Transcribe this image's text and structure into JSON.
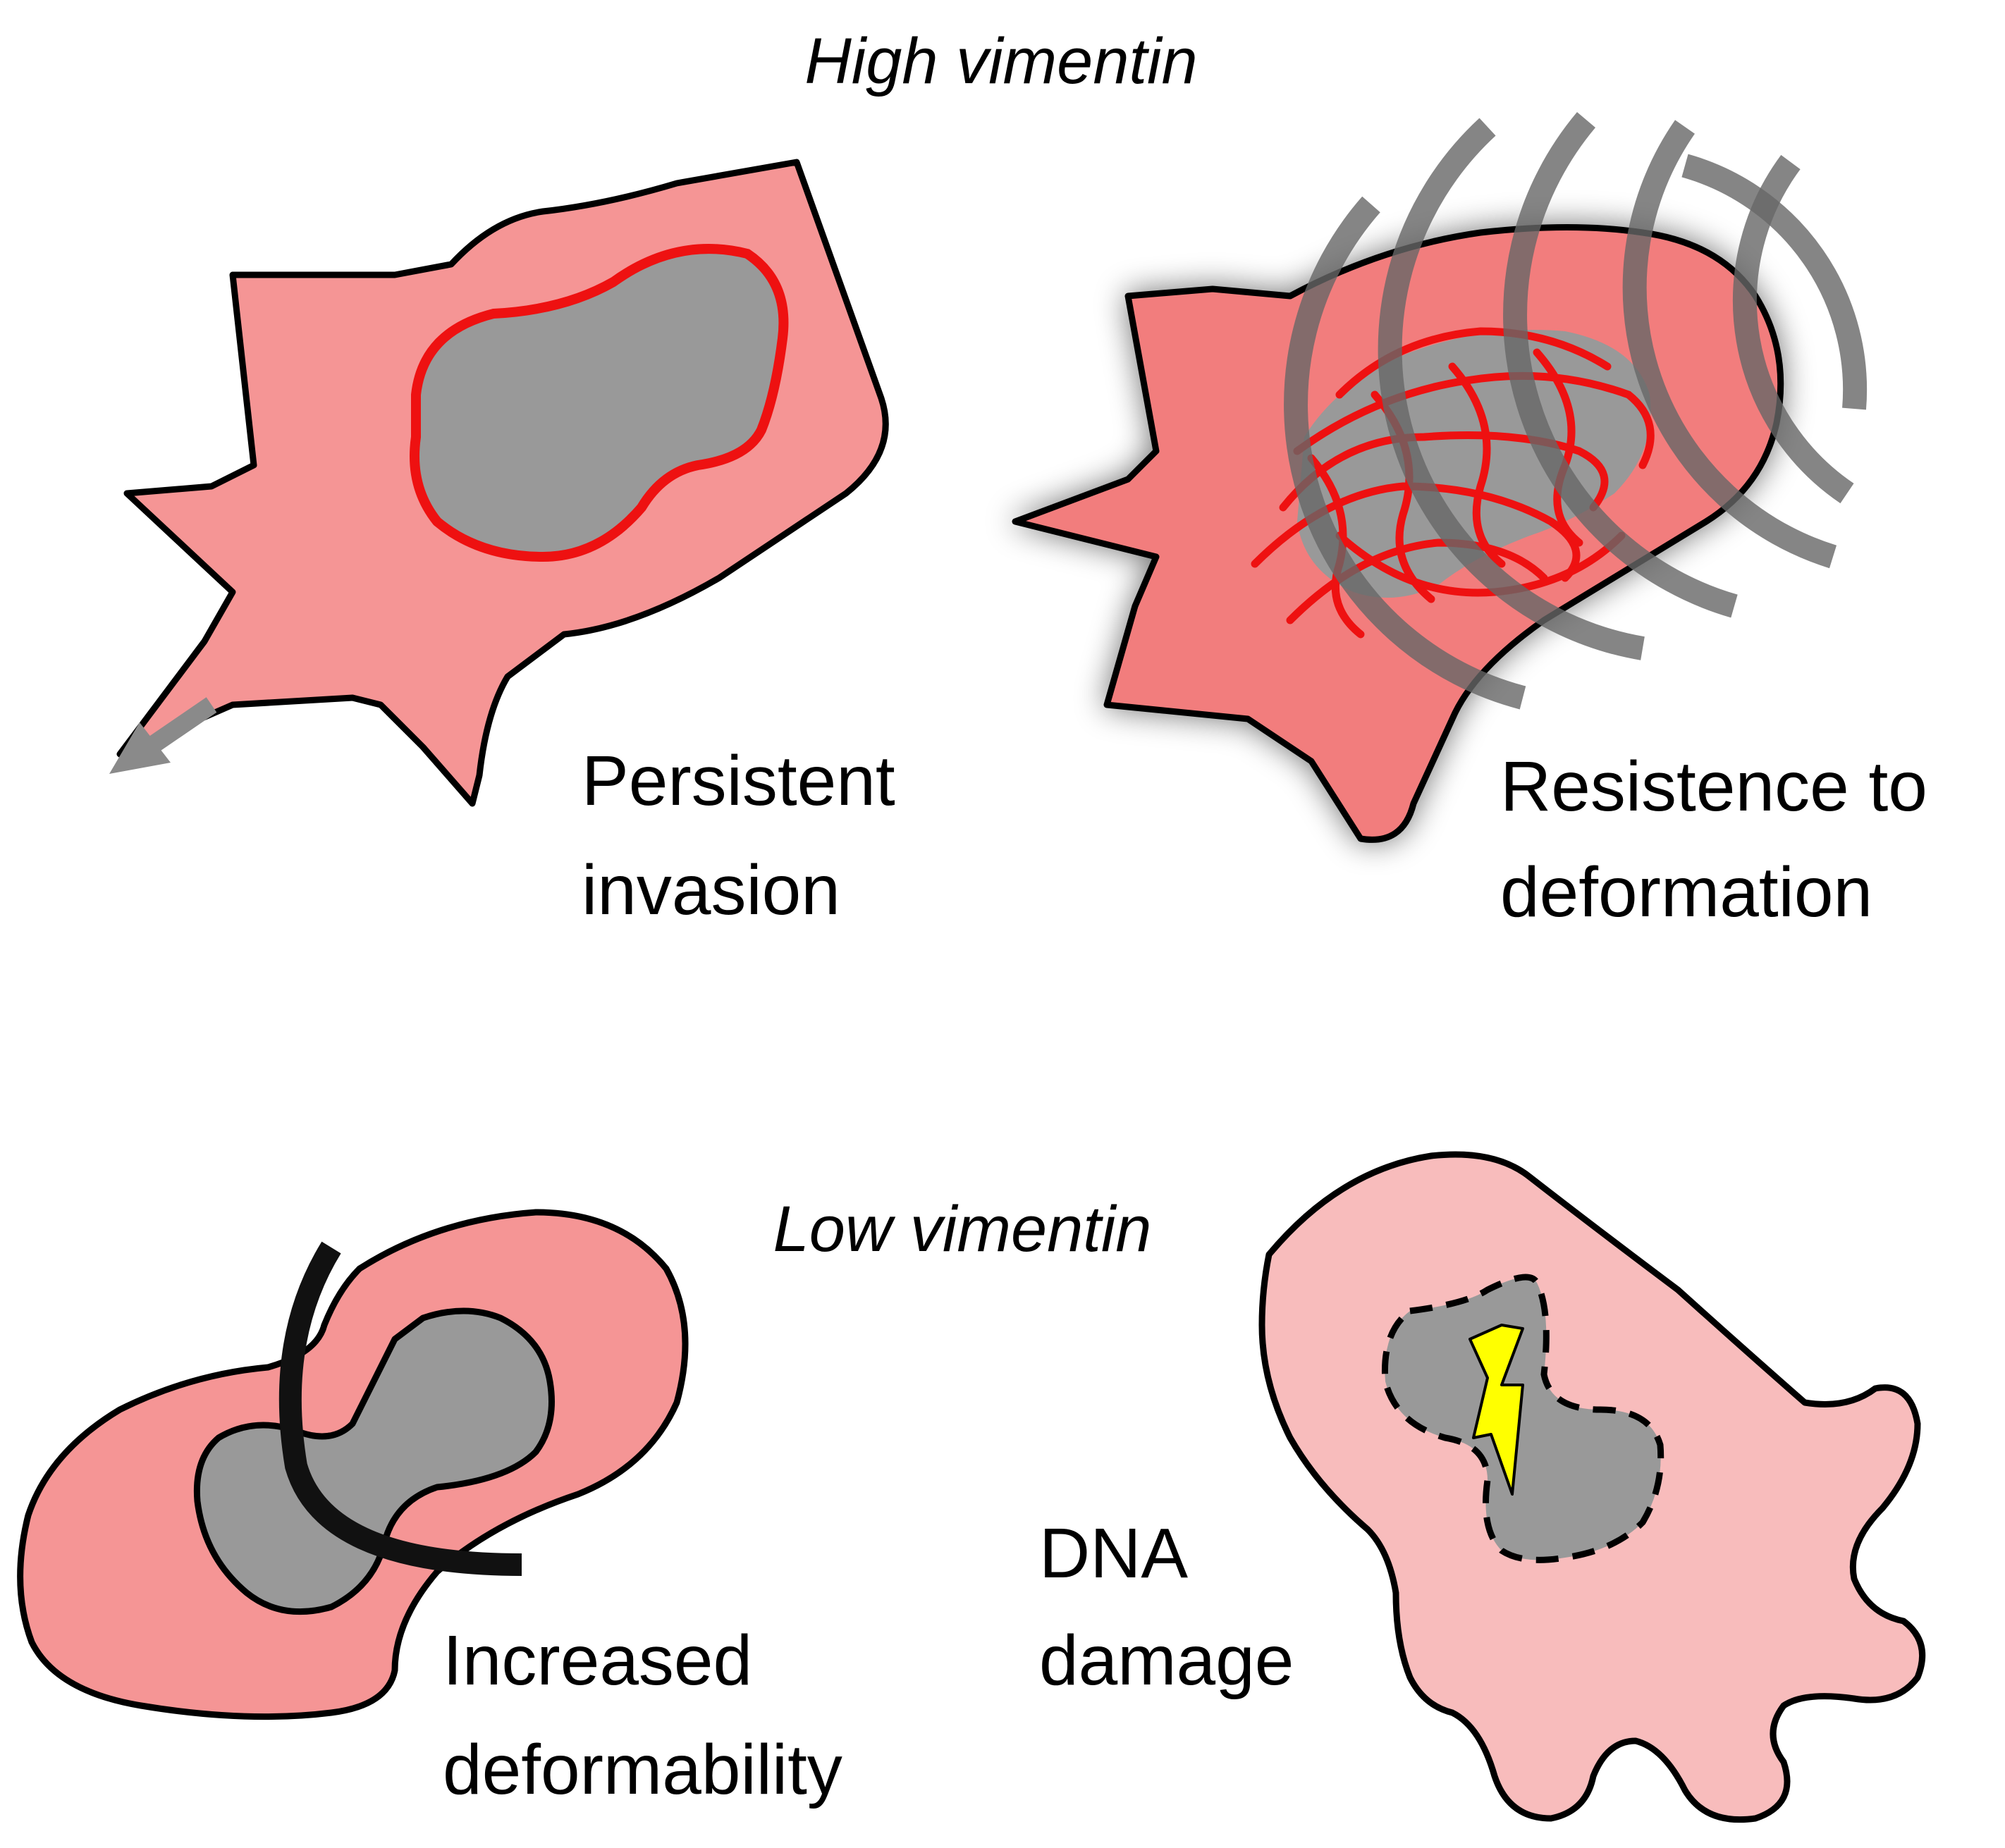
{
  "headings": {
    "high": "High vimentin",
    "low": "Low vimentin"
  },
  "captions": {
    "invasion_line1": "Persistent",
    "invasion_line2": "invasion",
    "resistance_line1": "Resistence to",
    "resistance_line2": "deformation",
    "deformability_line1": "Increased",
    "deformability_line2": "deformability",
    "dna_line1": "DNA",
    "dna_line2": "damage"
  },
  "colors": {
    "cell_fill": "#f59595",
    "cell_fill_dark": "#f27d7d",
    "cell_fill_light": "#f8bcbc",
    "nucleus_fill": "#999999",
    "vimentin_red": "#ee1111",
    "outline": "#000000",
    "arrow_gray": "#8a8a8a",
    "lightning": "#ffff00"
  },
  "icons": {
    "direction_arrow": "arrow-down-left-icon",
    "lightning": "lightning-bolt-icon",
    "constriction": "constriction-arc-icon",
    "pressure_waves": "pressure-waves-icon"
  }
}
